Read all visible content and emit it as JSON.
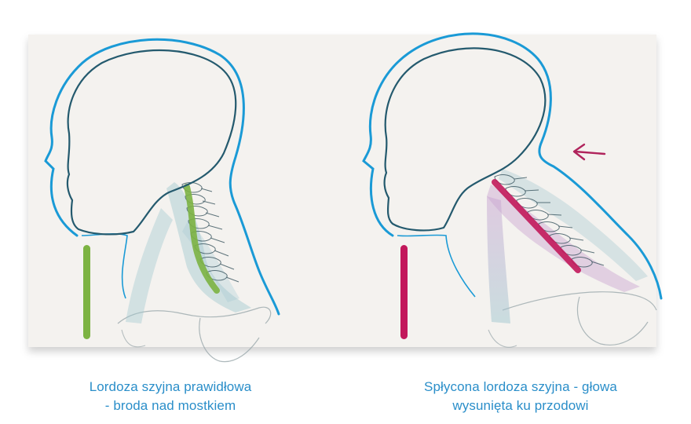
{
  "colors": {
    "outline": "#1a9ad6",
    "inner_outline": "#245a6e",
    "normal_marker": "#7cb342",
    "flattened_marker": "#c2185b",
    "caption": "#2a8ec9",
    "muscle": "#9fc7cf",
    "muscle_pink": "#c9a3d1",
    "paper": "#f4f2ef"
  },
  "panels": [
    {
      "caption_lines": [
        "Lordoza szyjna prawidłowa",
        "- broda nad mostkiem"
      ],
      "spine_curve": "lordotic",
      "marker_color": "#7cb342"
    },
    {
      "caption_lines": [
        "Spłycona lordoza szyjna - głowa",
        "wysunięta ku przodowi"
      ],
      "spine_curve": "flattened",
      "marker_color": "#c2185b",
      "indicator_icon": "arrow-left-icon"
    }
  ]
}
